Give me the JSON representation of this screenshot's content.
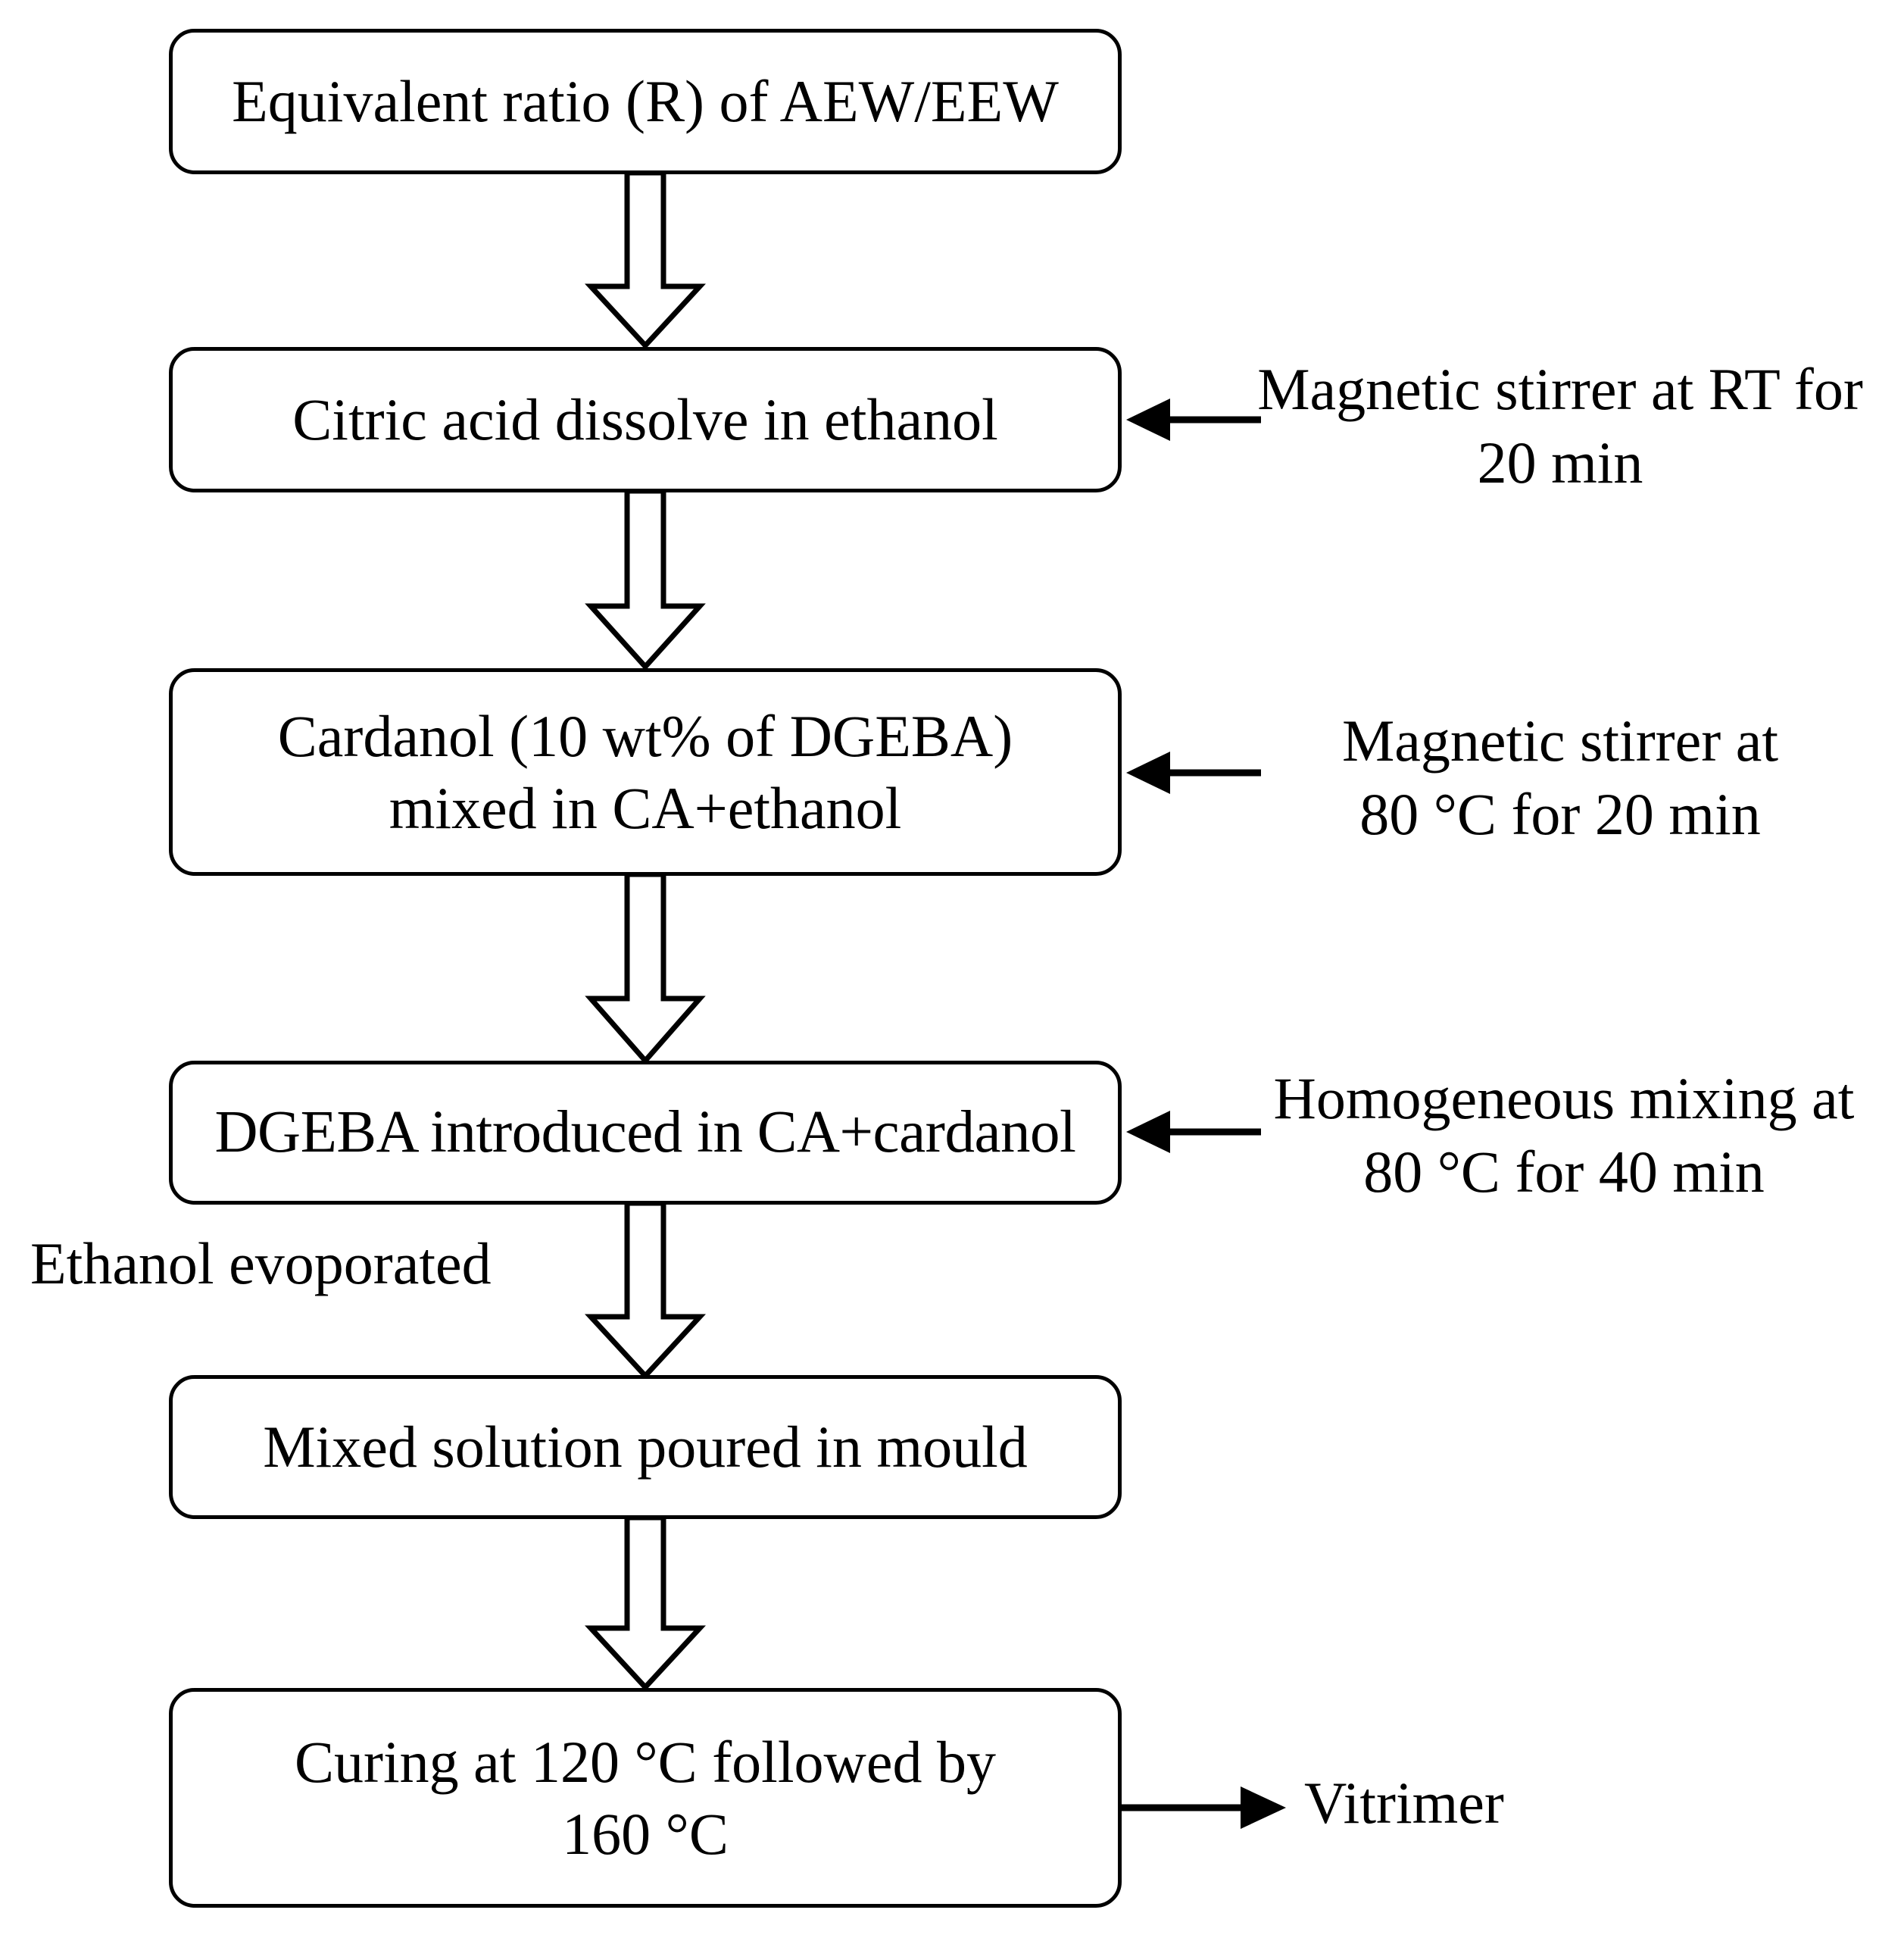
{
  "diagram": {
    "title": "Vitrimer preparation process flowchart",
    "background_color": "#ffffff",
    "line_color": "#000000",
    "text_color": "#000000"
  },
  "nodes": [
    {
      "id": "equivalent-ratio",
      "text": "Equivalent ratio (R) of AEW/EEW"
    },
    {
      "id": "citric-acid",
      "text": "Citric acid dissolve in ethanol"
    },
    {
      "id": "cardanol",
      "text": "Cardanol (10 wt% of DGEBA)\nmixed in CA+ethanol"
    },
    {
      "id": "dgeba",
      "text": "DGEBA introduced in CA+cardanol"
    },
    {
      "id": "mixed-solution",
      "text": "Mixed solution poured in mould"
    },
    {
      "id": "curing",
      "text": "Curing at 120 °C followed by\n160 °C"
    }
  ],
  "annotations": [
    {
      "id": "stirrer-rt",
      "text": "Magnetic stirrer at RT for\n20 min"
    },
    {
      "id": "stirrer-80",
      "text": "Magnetic stirrer at\n80 °C  for 20 min"
    },
    {
      "id": "homogeneous",
      "text": "Homogeneous mixing at\n80 °C for 40 min"
    },
    {
      "id": "ethanol",
      "text": "Ethanol evoporated"
    },
    {
      "id": "vitrimer",
      "text": "Vitrimer"
    }
  ]
}
